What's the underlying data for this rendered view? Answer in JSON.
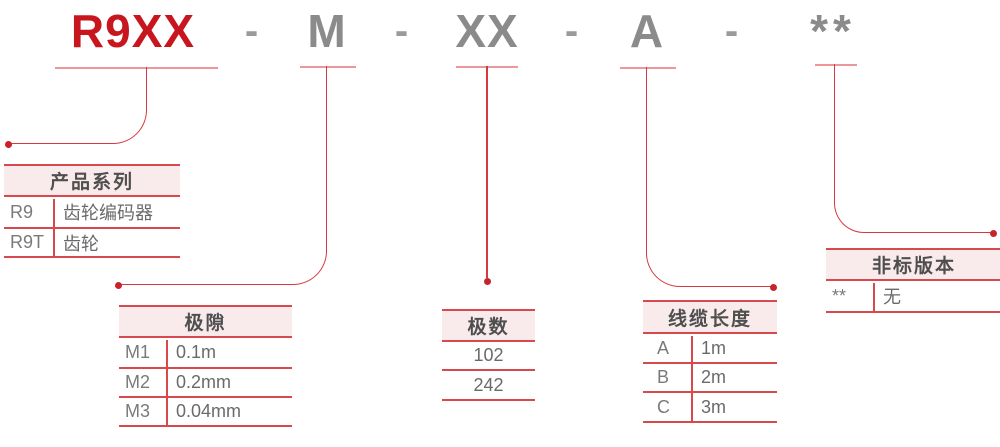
{
  "model_code": {
    "segments": [
      "R9XX",
      "-",
      "M",
      "-",
      "XX",
      "-",
      "A",
      "-",
      "**"
    ]
  },
  "series_table": {
    "title": "产品系列",
    "rows": [
      {
        "code": "R9",
        "desc": "齿轮编码器"
      },
      {
        "code": "R9T",
        "desc": "齿轮"
      }
    ]
  },
  "backlash_table": {
    "title": "极隙",
    "rows": [
      {
        "code": "M1",
        "desc": "0.1m"
      },
      {
        "code": "M2",
        "desc": "0.2mm"
      },
      {
        "code": "M3",
        "desc": "0.04mm"
      }
    ]
  },
  "poles_table": {
    "title": "极数",
    "rows": [
      {
        "value": "102"
      },
      {
        "value": "242"
      }
    ]
  },
  "cable_table": {
    "title": "线缆长度",
    "rows": [
      {
        "code": "A",
        "desc": "1m"
      },
      {
        "code": "B",
        "desc": "2m"
      },
      {
        "code": "C",
        "desc": "3m"
      }
    ]
  },
  "nonstandard_table": {
    "title": "非标版本",
    "rows": [
      {
        "code": "**",
        "desc": "无"
      }
    ]
  },
  "colors": {
    "accent_red": "#c8161e",
    "line_red": "#d53a40",
    "table_line_red": "#d8494d",
    "underline_pink": "#ee979a",
    "header_bg_pink": "#f9ebec",
    "code_gray": "#8b8b8b"
  }
}
